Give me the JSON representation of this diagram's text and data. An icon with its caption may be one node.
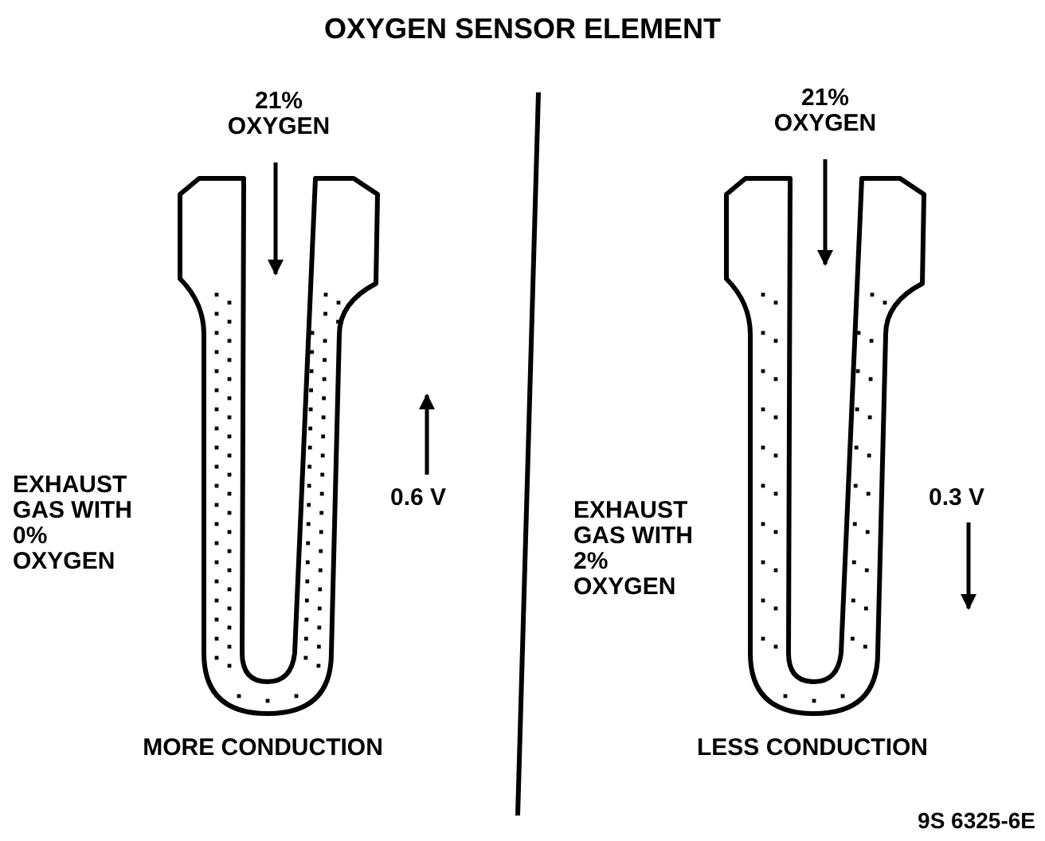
{
  "diagram": {
    "title": "OXYGEN SENSOR ELEMENT",
    "labels": [
      "21% OXYGEN",
      "21% OXYGEN",
      "0.6 V",
      "EXHAUST GAS WITH 0% OXYGEN",
      "EXHAUST GAS WITH 2% OXYGEN",
      "0.3 V",
      "MORE CONDUCTION",
      "LESS CONDUCTION",
      "9S 6325-6E"
    ]
  }
}
